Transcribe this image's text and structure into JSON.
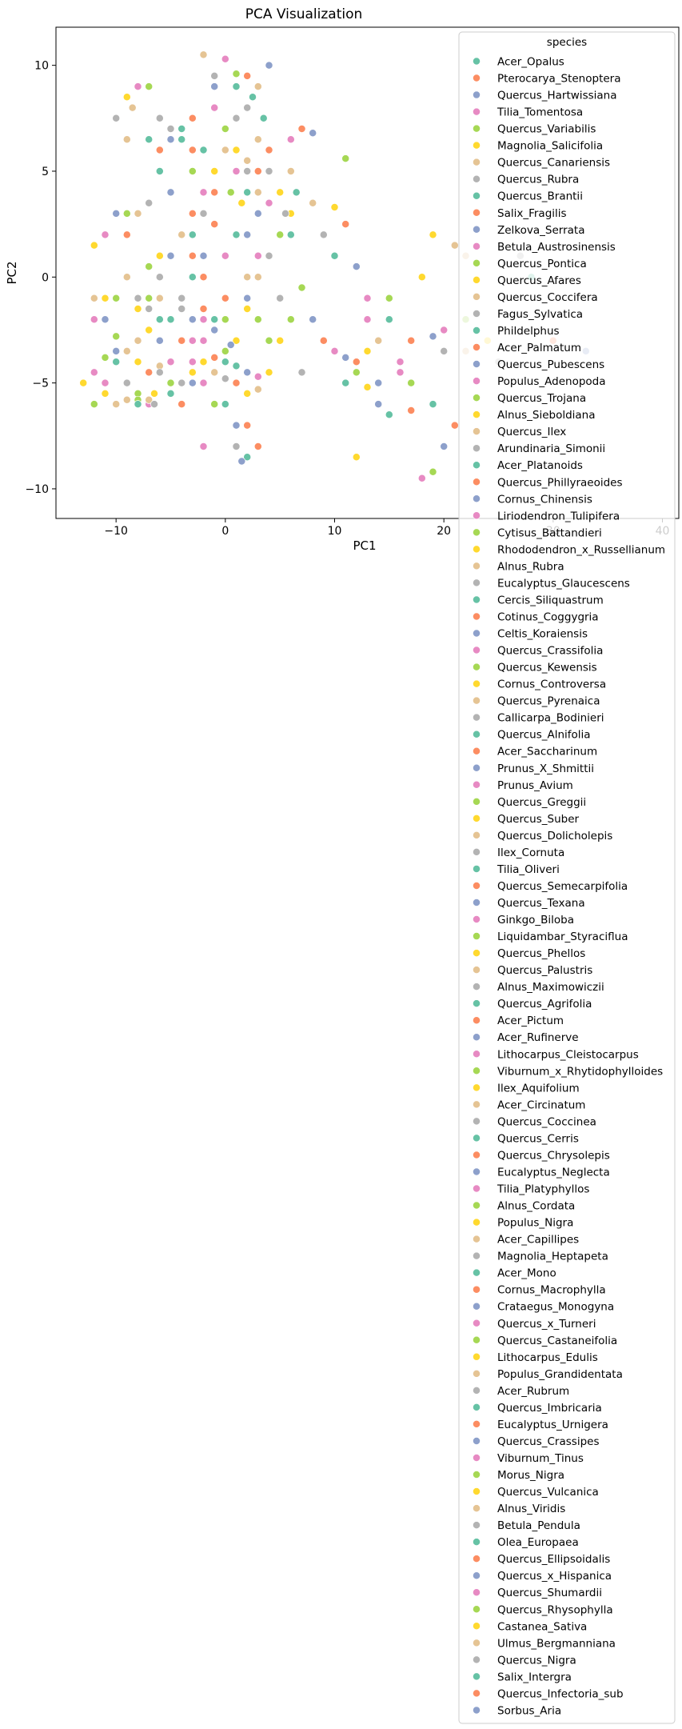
{
  "chart_data": {
    "type": "scatter",
    "title": "PCA Visualization",
    "xlabel": "PC1",
    "ylabel": "PC2",
    "xlim": [
      -15.5,
      41.5
    ],
    "ylim": [
      -11.4,
      11.8
    ],
    "xticks": [
      -10,
      0,
      10,
      20,
      30,
      40
    ],
    "yticks": [
      -10,
      -5,
      0,
      5,
      10
    ],
    "grid": false,
    "legend_title": "species",
    "legend_position": "upper-right",
    "palette": [
      "#66c2a5",
      "#fc8d62",
      "#8da0cb",
      "#e78ac3",
      "#a6d854",
      "#ffd92f",
      "#e5c494",
      "#b3b3b3"
    ],
    "species": [
      "Acer_Opalus",
      "Pterocarya_Stenoptera",
      "Quercus_Hartwissiana",
      "Tilia_Tomentosa",
      "Quercus_Variabilis",
      "Magnolia_Salicifolia",
      "Quercus_Canariensis",
      "Quercus_Rubra",
      "Quercus_Brantii",
      "Salix_Fragilis",
      "Zelkova_Serrata",
      "Betula_Austrosinensis",
      "Quercus_Pontica",
      "Quercus_Afares",
      "Quercus_Coccifera",
      "Fagus_Sylvatica",
      "Phildelphus",
      "Acer_Palmatum",
      "Quercus_Pubescens",
      "Populus_Adenopoda",
      "Quercus_Trojana",
      "Alnus_Sieboldiana",
      "Quercus_Ilex",
      "Arundinaria_Simonii",
      "Acer_Platanoids",
      "Quercus_Phillyraeoides",
      "Cornus_Chinensis",
      "Liriodendron_Tulipifera",
      "Cytisus_Battandieri",
      "Rhododendron_x_Russellianum",
      "Alnus_Rubra",
      "Eucalyptus_Glaucescens",
      "Cercis_Siliquastrum",
      "Cotinus_Coggygria",
      "Celtis_Koraiensis",
      "Quercus_Crassifolia",
      "Quercus_Kewensis",
      "Cornus_Controversa",
      "Quercus_Pyrenaica",
      "Callicarpa_Bodinieri",
      "Quercus_Alnifolia",
      "Acer_Saccharinum",
      "Prunus_X_Shmittii",
      "Prunus_Avium",
      "Quercus_Greggii",
      "Quercus_Suber",
      "Quercus_Dolicholepis",
      "Ilex_Cornuta",
      "Tilia_Oliveri",
      "Quercus_Semecarpifolia",
      "Quercus_Texana",
      "Ginkgo_Biloba",
      "Liquidambar_Styraciflua",
      "Quercus_Phellos",
      "Quercus_Palustris",
      "Alnus_Maximowiczii",
      "Quercus_Agrifolia",
      "Acer_Pictum",
      "Acer_Rufinerve",
      "Lithocarpus_Cleistocarpus",
      "Viburnum_x_Rhytidophylloides",
      "Ilex_Aquifolium",
      "Acer_Circinatum",
      "Quercus_Coccinea",
      "Quercus_Cerris",
      "Quercus_Chrysolepis",
      "Eucalyptus_Neglecta",
      "Tilia_Platyphyllos",
      "Alnus_Cordata",
      "Populus_Nigra",
      "Acer_Capillipes",
      "Magnolia_Heptapeta",
      "Acer_Mono",
      "Cornus_Macrophylla",
      "Crataegus_Monogyna",
      "Quercus_x_Turneri",
      "Quercus_Castaneifolia",
      "Lithocarpus_Edulis",
      "Populus_Grandidentata",
      "Acer_Rubrum",
      "Quercus_Imbricaria",
      "Eucalyptus_Urnigera",
      "Quercus_Crassipes",
      "Viburnum_Tinus",
      "Morus_Nigra",
      "Quercus_Vulcanica",
      "Alnus_Viridis",
      "Betula_Pendula",
      "Olea_Europaea",
      "Quercus_Ellipsoidalis",
      "Quercus_x_Hispanica",
      "Quercus_Shumardii",
      "Quercus_Rhysophylla",
      "Castanea_Sativa",
      "Ulmus_Bergmanniana",
      "Quercus_Nigra",
      "Salix_Intergra",
      "Quercus_Infectoria_sub",
      "Sorbus_Aria"
    ],
    "points": [
      {
        "x": -10,
        "y": -4
      },
      {
        "x": -7,
        "y": -4.5
      },
      {
        "x": -6,
        "y": -3
      },
      {
        "x": -5,
        "y": -4
      },
      {
        "x": -8,
        "y": -5.5
      },
      {
        "x": -3,
        "y": -4.5
      },
      {
        "x": -9,
        "y": -3.5
      },
      {
        "x": -4,
        "y": -5
      },
      {
        "x": 0,
        "y": -6
      },
      {
        "x": 2,
        "y": -7
      },
      {
        "x": 1,
        "y": -7
      },
      {
        "x": -2,
        "y": -2
      },
      {
        "x": -7,
        "y": 0.5
      },
      {
        "x": -6,
        "y": 1
      },
      {
        "x": -4,
        "y": 2
      },
      {
        "x": -8,
        "y": -1
      },
      {
        "x": 1,
        "y": 2
      },
      {
        "x": -1,
        "y": 2.5
      },
      {
        "x": 3,
        "y": 3
      },
      {
        "x": 4,
        "y": 3.5
      },
      {
        "x": 5,
        "y": 2
      },
      {
        "x": 6,
        "y": 3
      },
      {
        "x": 8,
        "y": 3.5
      },
      {
        "x": 7,
        "y": -4.5
      },
      {
        "x": 11,
        "y": -5
      },
      {
        "x": 12,
        "y": -4
      },
      {
        "x": 14,
        "y": -5
      },
      {
        "x": 16,
        "y": -4.5
      },
      {
        "x": 17,
        "y": -5
      },
      {
        "x": 13,
        "y": -3.5
      },
      {
        "x": 3,
        "y": 4
      },
      {
        "x": 2,
        "y": 5
      },
      {
        "x": -5,
        "y": -2
      },
      {
        "x": -3,
        "y": 1
      },
      {
        "x": -10,
        "y": -3.5
      },
      {
        "x": -12,
        "y": -4.5
      },
      {
        "x": -11,
        "y": -3.8
      },
      {
        "x": -8,
        "y": -4
      },
      {
        "x": -6,
        "y": -4.2
      },
      {
        "x": -4,
        "y": -1
      },
      {
        "x": -3,
        "y": 0
      },
      {
        "x": -2,
        "y": -1.5
      },
      {
        "x": -5,
        "y": 1
      },
      {
        "x": -8,
        "y": 9
      },
      {
        "x": -7,
        "y": 9
      },
      {
        "x": -9,
        "y": 8.5
      },
      {
        "x": -8.5,
        "y": 8
      },
      {
        "x": -6,
        "y": 0
      },
      {
        "x": 0,
        "y": -4
      },
      {
        "x": 1,
        "y": -5
      },
      {
        "x": 2,
        "y": -4.5
      },
      {
        "x": 3,
        "y": -4.7
      },
      {
        "x": 4,
        "y": -3
      },
      {
        "x": 5,
        "y": 4
      },
      {
        "x": 6,
        "y": 5
      },
      {
        "x": 5.5,
        "y": 3
      },
      {
        "x": 6.5,
        "y": 4
      },
      {
        "x": -4,
        "y": -3
      },
      {
        "x": -1,
        "y": -2.5
      },
      {
        "x": -3,
        "y": -4
      },
      {
        "x": -5,
        "y": -5
      },
      {
        "x": -7,
        "y": -2.5
      },
      {
        "x": -2,
        "y": 10.5
      },
      {
        "x": -1,
        "y": 9.5
      },
      {
        "x": 1,
        "y": 9
      },
      {
        "x": 2,
        "y": 9.5
      },
      {
        "x": 4,
        "y": 10
      },
      {
        "x": -1,
        "y": 8
      },
      {
        "x": 0,
        "y": 7
      },
      {
        "x": 1,
        "y": 6
      },
      {
        "x": 3,
        "y": 6.5
      },
      {
        "x": 4,
        "y": 5
      },
      {
        "x": -2,
        "y": 6
      },
      {
        "x": -1,
        "y": 4
      },
      {
        "x": 2,
        "y": 2
      },
      {
        "x": 3,
        "y": 1
      },
      {
        "x": -10,
        "y": -1
      },
      {
        "x": -11,
        "y": -1
      },
      {
        "x": -9,
        "y": 0
      },
      {
        "x": -6,
        "y": -4.5
      },
      {
        "x": -5,
        "y": -5.5
      },
      {
        "x": -4,
        "y": -6
      },
      {
        "x": -3,
        "y": -5
      },
      {
        "x": -2,
        "y": -3
      },
      {
        "x": 0,
        "y": -3.5
      },
      {
        "x": 1,
        "y": -3
      },
      {
        "x": 2,
        "y": 0
      },
      {
        "x": 4,
        "y": 1
      },
      {
        "x": 6,
        "y": 2
      },
      {
        "x": 9,
        "y": -3
      },
      {
        "x": 11,
        "y": -3.8
      },
      {
        "x": 13,
        "y": -2
      },
      {
        "x": 15,
        "y": -1
      },
      {
        "x": 18,
        "y": 0
      },
      {
        "x": 22,
        "y": 1
      },
      {
        "x": 27,
        "y": 1
      },
      {
        "x": 28,
        "y": 0
      },
      {
        "x": 30,
        "y": -3
      },
      {
        "x": 33,
        "y": -3.5
      },
      {
        "x": -7,
        "y": -6
      },
      {
        "x": -8,
        "y": -5.8
      },
      {
        "x": -6.5,
        "y": -5.5
      },
      {
        "x": -9,
        "y": 6.5
      },
      {
        "x": -10,
        "y": 7.5
      },
      {
        "x": -7,
        "y": 6.5
      },
      {
        "x": -6,
        "y": 6
      },
      {
        "x": -11,
        "y": -2
      },
      {
        "x": -12,
        "y": -2
      },
      {
        "x": -10,
        "y": -2.8
      },
      {
        "x": -11,
        "y": -5.5
      },
      {
        "x": -10,
        "y": -6
      },
      {
        "x": -9,
        "y": -5
      },
      {
        "x": -8,
        "y": -6
      },
      {
        "x": 7,
        "y": 7
      },
      {
        "x": 8,
        "y": 6.8
      },
      {
        "x": 6,
        "y": 6.5
      },
      {
        "x": 11,
        "y": 5.6
      },
      {
        "x": 10,
        "y": 3.3
      },
      {
        "x": -8,
        "y": -3
      },
      {
        "x": -7,
        "y": -1.5
      },
      {
        "x": -6,
        "y": -2
      },
      {
        "x": -3,
        "y": 3
      },
      {
        "x": -2,
        "y": 1
      },
      {
        "x": -2,
        "y": 4
      },
      {
        "x": -3,
        "y": 5
      },
      {
        "x": -1,
        "y": 5
      },
      {
        "x": 0,
        "y": 6
      },
      {
        "x": -4,
        "y": -1.5
      },
      {
        "x": -1,
        "y": -2
      },
      {
        "x": 0,
        "y": -1
      },
      {
        "x": 2,
        "y": -1
      },
      {
        "x": -2,
        "y": -5
      },
      {
        "x": -1,
        "y": -6
      },
      {
        "x": 2,
        "y": -5.5
      },
      {
        "x": 3,
        "y": -5.3
      },
      {
        "x": 9,
        "y": 2
      },
      {
        "x": 10,
        "y": 1
      },
      {
        "x": 11,
        "y": 2.5
      },
      {
        "x": 12,
        "y": 0.5
      },
      {
        "x": 13,
        "y": -1
      },
      {
        "x": 7,
        "y": -0.5
      },
      {
        "x": 19,
        "y": 2
      },
      {
        "x": 21,
        "y": 1.5
      },
      {
        "x": 20,
        "y": -3.5
      },
      {
        "x": 15,
        "y": -6.5
      },
      {
        "x": 17,
        "y": -6.3
      },
      {
        "x": 14,
        "y": -6
      },
      {
        "x": 16,
        "y": -4
      },
      {
        "x": 6,
        "y": -2
      },
      {
        "x": 5,
        "y": -3
      },
      {
        "x": -8,
        "y": 3
      },
      {
        "x": -7,
        "y": 3.5
      },
      {
        "x": -6,
        "y": 5
      },
      {
        "x": -9,
        "y": 2
      },
      {
        "x": -5,
        "y": 4
      },
      {
        "x": -11,
        "y": -5
      },
      {
        "x": -12,
        "y": -6
      },
      {
        "x": -13,
        "y": -5
      },
      {
        "x": -9,
        "y": -5.8
      },
      {
        "x": 1,
        "y": -8
      },
      {
        "x": 2,
        "y": -8.5
      },
      {
        "x": 3,
        "y": -8
      },
      {
        "x": 1.5,
        "y": -8.7
      },
      {
        "x": -2,
        "y": -8
      },
      {
        "x": 0,
        "y": -2
      },
      {
        "x": 2,
        "y": -1.5
      },
      {
        "x": 3,
        "y": 0
      },
      {
        "x": 5,
        "y": -1
      },
      {
        "x": 15,
        "y": -2
      },
      {
        "x": 17,
        "y": -3
      },
      {
        "x": 19,
        "y": -2.8
      },
      {
        "x": 20,
        "y": -2.5
      },
      {
        "x": 22,
        "y": -2
      },
      {
        "x": 24,
        "y": -3
      },
      {
        "x": 22,
        "y": -3.5
      },
      {
        "x": 25,
        "y": -4
      },
      {
        "x": 19,
        "y": -6
      },
      {
        "x": 21,
        "y": -7
      },
      {
        "x": 20,
        "y": -8
      },
      {
        "x": 18,
        "y": -9.5
      },
      {
        "x": 19,
        "y": -9.2
      },
      {
        "x": 12,
        "y": -8.5
      },
      {
        "x": 3,
        "y": 9
      },
      {
        "x": 2,
        "y": 8
      },
      {
        "x": 3.5,
        "y": 7.5
      },
      {
        "x": 4,
        "y": 6
      },
      {
        "x": -10,
        "y": 3
      },
      {
        "x": -11,
        "y": 2
      },
      {
        "x": -9,
        "y": 3
      },
      {
        "x": -12,
        "y": 1.5
      },
      {
        "x": -12,
        "y": -1
      },
      {
        "x": -6,
        "y": 7.5
      },
      {
        "x": -4,
        "y": 7
      },
      {
        "x": -3,
        "y": 7.5
      },
      {
        "x": -5,
        "y": 6.5
      },
      {
        "x": 1,
        "y": 5
      },
      {
        "x": 0.5,
        "y": 4
      },
      {
        "x": 1.5,
        "y": 3.5
      },
      {
        "x": 2,
        "y": 5.5
      },
      {
        "x": 1,
        "y": 7.5
      },
      {
        "x": 2.5,
        "y": 8.5
      },
      {
        "x": -2,
        "y": 0
      },
      {
        "x": -3,
        "y": -2
      },
      {
        "x": 0,
        "y": 1
      },
      {
        "x": 3,
        "y": -2
      },
      {
        "x": 4,
        "y": -4.5
      },
      {
        "x": -6,
        "y": -1
      },
      {
        "x": -5,
        "y": 7
      },
      {
        "x": -4,
        "y": 6.5
      },
      {
        "x": -3,
        "y": 6
      },
      {
        "x": -1,
        "y": 9
      },
      {
        "x": 0,
        "y": 10.3
      },
      {
        "x": 1,
        "y": 9.6
      },
      {
        "x": -2,
        "y": -4
      },
      {
        "x": -1,
        "y": -4.5
      },
      {
        "x": 0,
        "y": -4.8
      },
      {
        "x": 1,
        "y": -4.2
      },
      {
        "x": -1,
        "y": -3.8
      },
      {
        "x": 0.5,
        "y": -3.2
      },
      {
        "x": -3,
        "y": -3
      },
      {
        "x": -7,
        "y": -1
      },
      {
        "x": -8,
        "y": -1.5
      },
      {
        "x": -7,
        "y": -5.8
      },
      {
        "x": -6.5,
        "y": -6
      },
      {
        "x": 2,
        "y": 4
      },
      {
        "x": 3,
        "y": 5
      },
      {
        "x": 8,
        "y": -2
      },
      {
        "x": 10,
        "y": -3.5
      },
      {
        "x": 12,
        "y": -4.5
      },
      {
        "x": 13,
        "y": -5.2
      },
      {
        "x": 14,
        "y": -3
      },
      {
        "x": -2,
        "y": 3
      },
      {
        "x": -3,
        "y": 2
      }
    ]
  }
}
